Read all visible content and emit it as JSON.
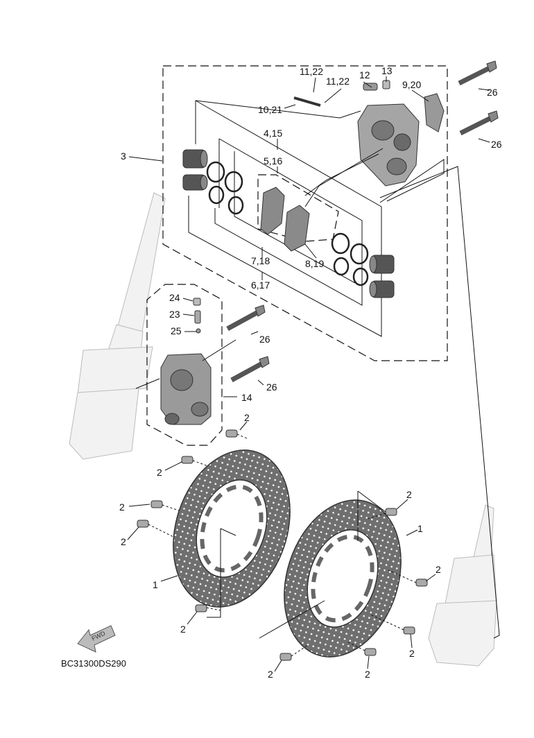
{
  "diagram_code": "BC31300DS290",
  "fwd_text": "FWD",
  "labels": {
    "l3": "3",
    "l4_15": "4,15",
    "l5_16": "5,16",
    "l6_17": "6,17",
    "l7_18": "7,18",
    "l8_19": "8,19",
    "l9_20": "9,20",
    "l10_21": "10,21",
    "l11_22a": "11,22",
    "l11_22b": "11,22",
    "l12": "12",
    "l13": "13",
    "l14": "14",
    "l23": "23",
    "l24": "24",
    "l25": "25",
    "l26a": "26",
    "l26b": "26",
    "l26c": "26",
    "l26d": "26",
    "l1a": "1",
    "l1b": "1",
    "l2a": "2",
    "l2b": "2",
    "l2c": "2",
    "l2d": "2",
    "l2e": "2",
    "l2f": "2",
    "l2g": "2",
    "l2h": "2",
    "l2i": "2",
    "l2j": "2"
  },
  "colors": {
    "line": "#111111",
    "disc": "#7a7a7a",
    "part": "#9a9a9a",
    "fork": "#efefef"
  }
}
